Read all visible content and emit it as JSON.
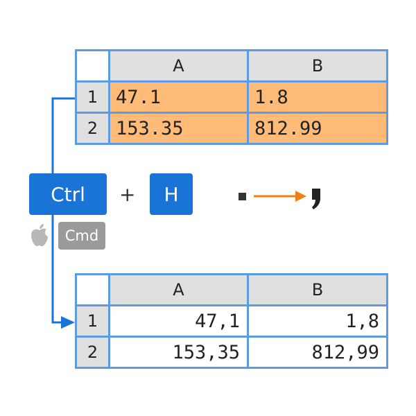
{
  "top_table": {
    "columns": [
      "A",
      "B"
    ],
    "rows": [
      {
        "row": "1",
        "a": "47.1",
        "b": "1.8"
      },
      {
        "row": "2",
        "a": "153.35",
        "b": "812.99"
      }
    ]
  },
  "shortcut": {
    "ctrl_label": "Ctrl",
    "plus": "+",
    "h_label": "H",
    "mac_label": "Cmd"
  },
  "bottom_table": {
    "columns": [
      "A",
      "B"
    ],
    "rows": [
      {
        "row": "1",
        "a": "47,1",
        "b": "1,8"
      },
      {
        "row": "2",
        "a": "153,35",
        "b": "812,99"
      }
    ]
  },
  "colors": {
    "highlight": "#ffbb77",
    "grid_border": "#5b9be3",
    "key_blue": "#1a73d6",
    "arrow_orange": "#f07f1a",
    "connector_blue": "#1a73d6"
  }
}
